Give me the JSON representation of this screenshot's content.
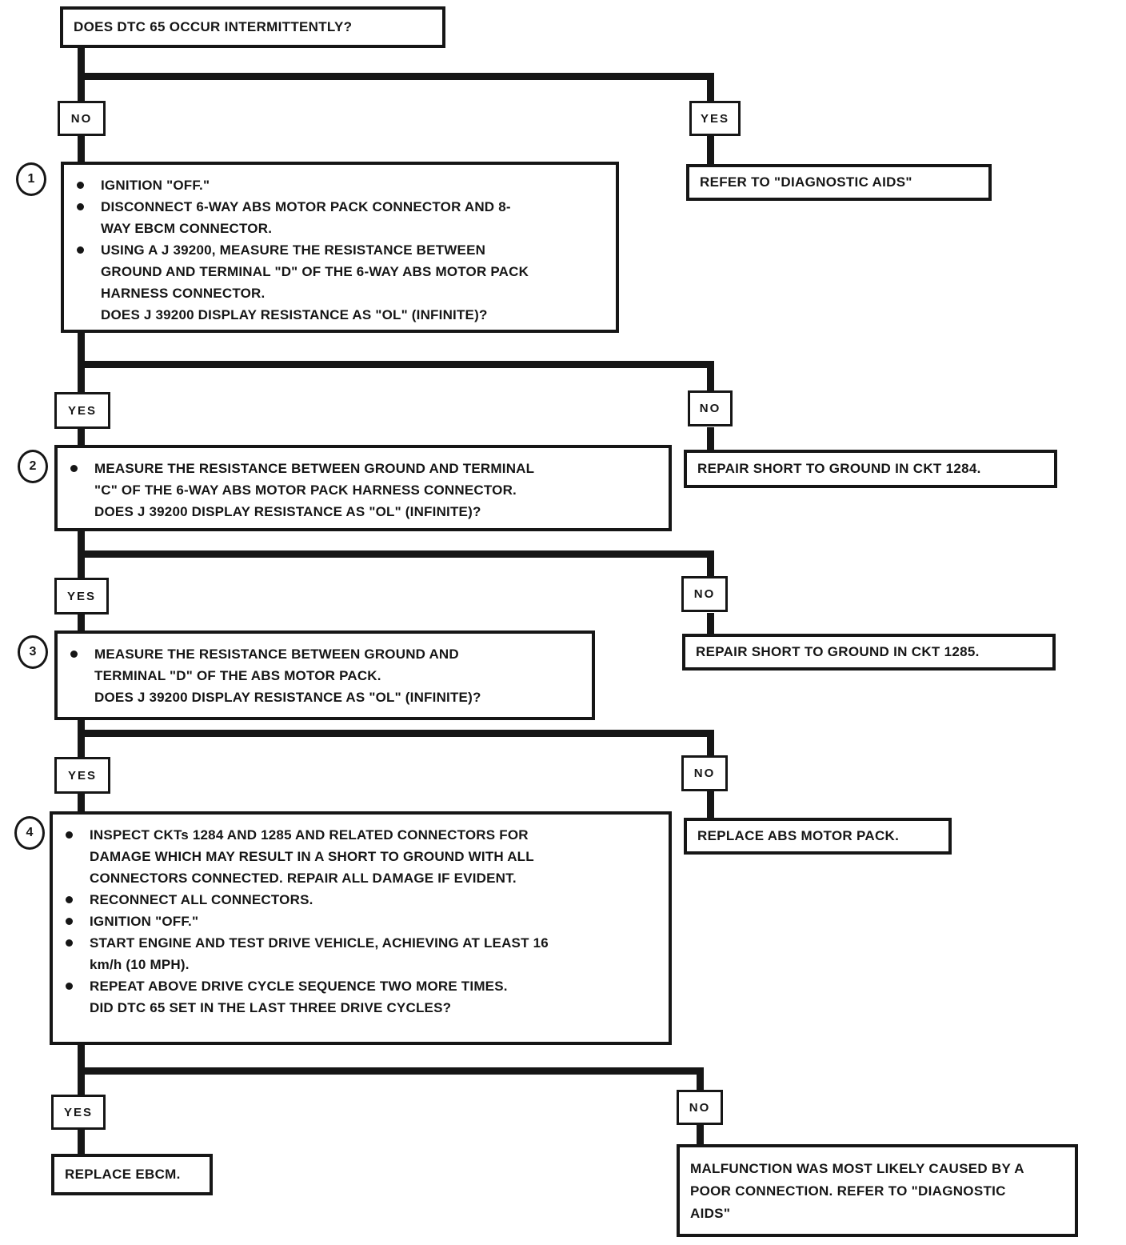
{
  "doc": {
    "type": "diagnostic-flowchart",
    "colors": {
      "ink": "#161616",
      "paper": "#ffffff"
    }
  },
  "start": {
    "text": "DOES DTC 65 OCCUR INTERMITTENTLY?"
  },
  "labels": {
    "b1_left": "NO",
    "b1_right": "YES",
    "b2_left": "YES",
    "b2_right": "NO",
    "b3_left": "YES",
    "b3_right": "NO",
    "b4_left": "YES",
    "b4_right": "NO",
    "b5_left": "YES",
    "b5_right": "NO"
  },
  "steps": {
    "s1": {
      "number": "1",
      "items": [
        "IGNITION \"OFF.\"",
        "DISCONNECT 6-WAY ABS MOTOR PACK CONNECTOR AND 8-WAY EBCM CONNECTOR.",
        "USING A J 39200, MEASURE THE RESISTANCE BETWEEN GROUND AND TERMINAL \"D\" OF THE 6-WAY ABS MOTOR PACK HARNESS CONNECTOR."
      ],
      "question": "DOES J 39200 DISPLAY RESISTANCE AS \"OL\" (INFINITE)?"
    },
    "s2": {
      "number": "2",
      "items": [
        "MEASURE THE RESISTANCE BETWEEN GROUND AND TERMINAL \"C\" OF THE 6-WAY ABS MOTOR PACK HARNESS CONNECTOR."
      ],
      "question": "DOES J 39200 DISPLAY RESISTANCE AS \"OL\" (INFINITE)?"
    },
    "s3": {
      "number": "3",
      "items": [
        "MEASURE THE RESISTANCE BETWEEN GROUND AND TERMINAL \"D\" OF THE ABS MOTOR PACK."
      ],
      "question": "DOES J 39200 DISPLAY RESISTANCE AS \"OL\" (INFINITE)?"
    },
    "s4": {
      "number": "4",
      "items": [
        "INSPECT CKTs 1284 AND 1285 AND RELATED CONNECTORS FOR DAMAGE WHICH MAY RESULT IN A SHORT TO GROUND WITH ALL CONNECTORS CONNECTED.  REPAIR ALL DAMAGE IF EVIDENT.",
        "RECONNECT ALL CONNECTORS.",
        "IGNITION \"OFF.\"",
        "START ENGINE AND TEST DRIVE VEHICLE, ACHIEVING AT LEAST 16 km/h (10 MPH).",
        "REPEAT ABOVE DRIVE CYCLE SEQUENCE TWO MORE TIMES."
      ],
      "question": "DID DTC 65 SET IN THE LAST THREE DRIVE CYCLES?"
    }
  },
  "results": {
    "refer_aids": "REFER TO \"DIAGNOSTIC AIDS\"",
    "repair_1284": "REPAIR SHORT TO GROUND IN CKT 1284.",
    "repair_1285": "REPAIR SHORT TO GROUND IN CKT 1285.",
    "replace_motor_pack": "REPLACE ABS MOTOR PACK.",
    "replace_ebcm": "REPLACE EBCM.",
    "malfunction": "MALFUNCTION WAS MOST LIKELY CAUSED BY A POOR CONNECTION.  REFER TO \"DIAGNOSTIC AIDS\""
  }
}
